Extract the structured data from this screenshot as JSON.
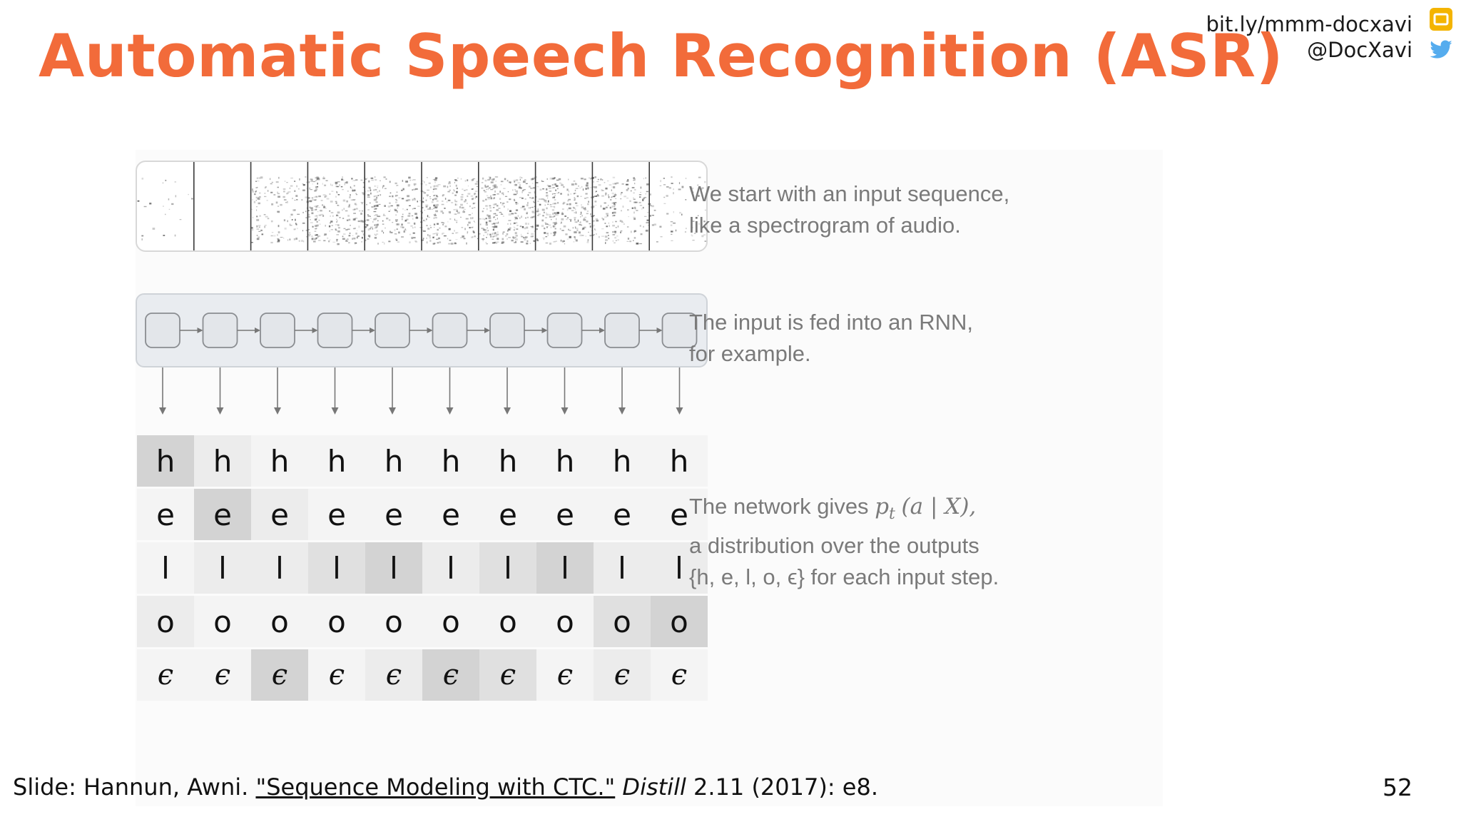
{
  "slide": {
    "title": "Automatic Speech Recognition (ASR)",
    "link": "bit.ly/mmm-docxavi",
    "handle": "@DocXavi",
    "page_number": "52"
  },
  "figure": {
    "caption1_line1": "We start with an input sequence,",
    "caption1_line2": "like a spectrogram of audio.",
    "caption2_line1": "The input is fed into an RNN,",
    "caption2_line2": "for example.",
    "caption3_pre": "The network gives",
    "caption3_math": "p",
    "caption3_sub": "t",
    "caption3_math2": "(a | X),",
    "caption3_line2": "a distribution over the outputs",
    "caption3_line3": "{h, e, l, o, ϵ} for each input step.",
    "outputs": [
      "h",
      "e",
      "l",
      "o",
      "ϵ"
    ],
    "steps": 10,
    "highlight": [
      [
        3,
        1,
        0,
        0,
        0,
        0,
        0,
        0,
        0,
        0
      ],
      [
        0,
        3,
        1,
        0,
        0,
        0,
        0,
        0,
        0,
        0
      ],
      [
        0,
        1,
        1,
        2,
        3,
        1,
        2,
        3,
        1,
        1
      ],
      [
        1,
        0,
        0,
        0,
        0,
        0,
        0,
        0,
        2,
        3
      ],
      [
        0,
        0,
        3,
        0,
        1,
        3,
        2,
        0,
        1,
        0
      ]
    ]
  },
  "footer": {
    "prefix": "Slide: Hannun, Awni.",
    "link_text": "\"Sequence Modeling with CTC.\"",
    "journal": "Distill",
    "rest": "2.11 (2017): e8."
  },
  "colors": {
    "title": "#f26b3a",
    "caption": "#7a7a7a",
    "shade0": "#f4f4f4",
    "shade1": "#ececec",
    "shade2": "#e0e0e0",
    "shade3": "#d3d3d3"
  },
  "icons": [
    "google-slides-icon",
    "twitter-icon"
  ]
}
